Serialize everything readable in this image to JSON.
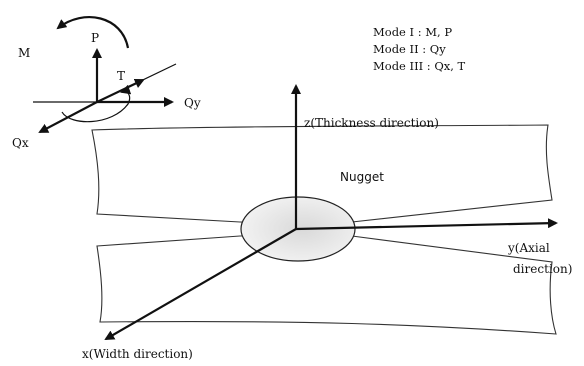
{
  "modes": [
    {
      "label": "Mode I : M, P"
    },
    {
      "label": "Mode II : Qy"
    },
    {
      "label": "Mode III : Qx, T"
    }
  ],
  "load_labels": {
    "moment": "M",
    "axial_force": "P",
    "torsion": "T",
    "shear_y": "Qy",
    "shear_x": "Qx"
  },
  "axis_labels": {
    "z_line1": "z(Thickness direction)",
    "y_line1": "y(Axial",
    "y_line2": "direction)",
    "x_line1": "x(Width direction)"
  },
  "nugget_label": "Nugget"
}
